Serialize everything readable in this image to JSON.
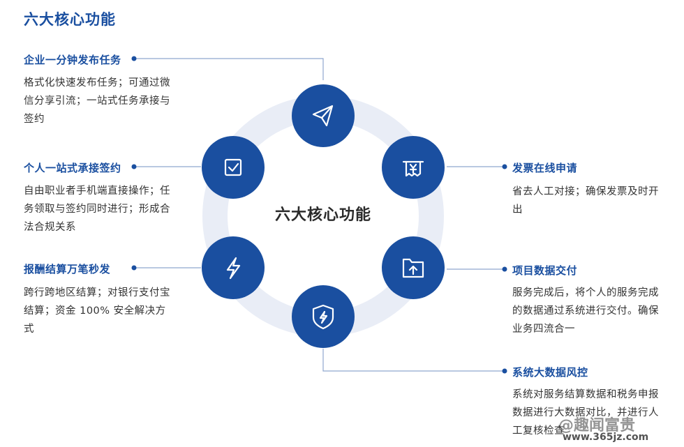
{
  "title": "六大核心功能",
  "center_label": "六大核心功能",
  "features": [
    {
      "title": "企业一分钟发布任务",
      "desc": "格式化快速发布任务；可通过微信分享引流；一站式任务承接与签约",
      "icon": "paper-plane-icon"
    },
    {
      "title": "个人一站式承接签约",
      "desc": "自由职业者手机端直接操作；任务领取与签约同时进行；形成合法合规关系",
      "icon": "checkbox-icon"
    },
    {
      "title": "报酬结算万笔秒发",
      "desc": "跨行跨地区结算；对银行支付宝结算；资金 100% 安全解决方式",
      "icon": "lightning-icon"
    },
    {
      "title": "发票在线申请",
      "desc": "省去人工对接；确保发票及时开出",
      "icon": "receipt-icon"
    },
    {
      "title": "项目数据交付",
      "desc": "服务完成后，将个人的服务完成的数据通过系统进行交付。确保业务四流合一",
      "icon": "folder-upload-icon"
    },
    {
      "title": "系统大数据风控",
      "desc": "系统对服务结算数据和税务申报数据进行大数据对比，并进行人工复核检查",
      "icon": "shield-lightning-icon"
    }
  ],
  "watermark": "@趣闻富贵",
  "watermark_url": "www.365jz.com",
  "colors": {
    "primary": "#1a4fa0",
    "ring": "#e9edf6",
    "line": "#8fa6cf"
  }
}
